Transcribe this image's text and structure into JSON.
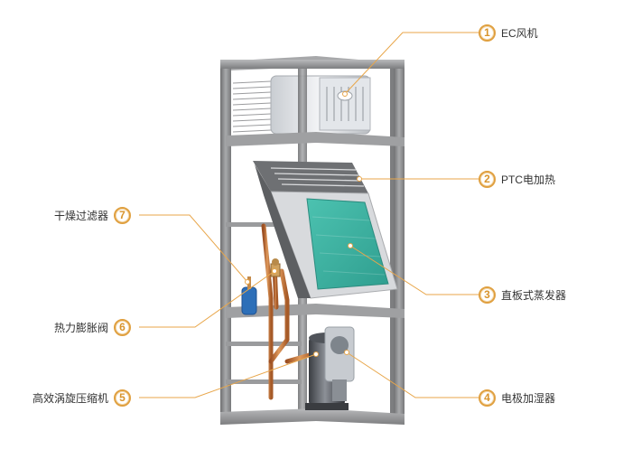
{
  "colors": {
    "accent": "#e0a040",
    "leader_line": "#e8a64a",
    "frame": "#8d8e90",
    "evaporator": "#3fb4a3",
    "copper": "#c8743a"
  },
  "callouts": [
    {
      "num": "1",
      "label": "EC风机",
      "icon": "circled-number"
    },
    {
      "num": "2",
      "label": "PTC电加热",
      "icon": "circled-number"
    },
    {
      "num": "3",
      "label": "直板式蒸发器",
      "icon": "circled-number"
    },
    {
      "num": "4",
      "label": "电极加湿器",
      "icon": "circled-number"
    },
    {
      "num": "5",
      "label": "高效涡旋压缩机",
      "icon": "circled-number"
    },
    {
      "num": "6",
      "label": "热力膨胀阀",
      "icon": "circled-number"
    },
    {
      "num": "7",
      "label": "干燥过滤器",
      "icon": "circled-number"
    }
  ]
}
